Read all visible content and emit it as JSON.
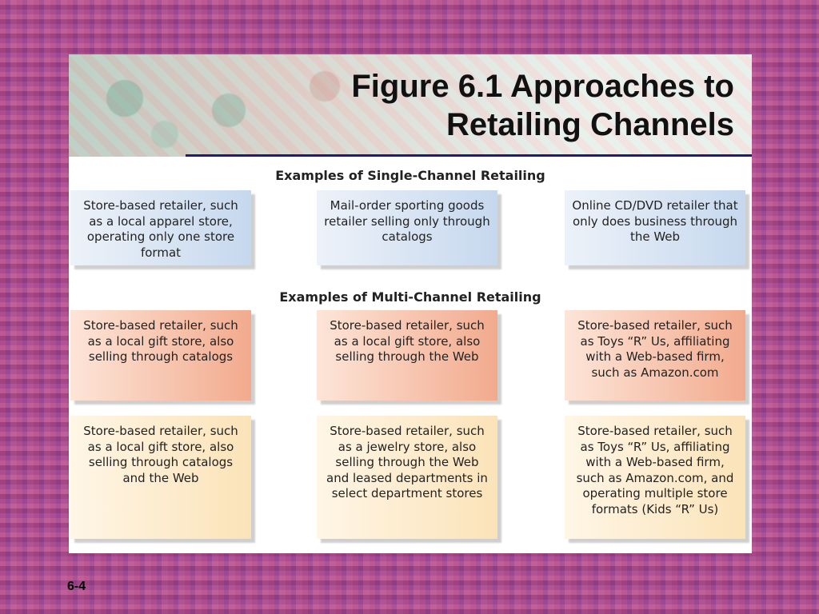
{
  "title_lines": [
    "Figure 6.1 Approaches to",
    "Retailing Channels"
  ],
  "single_channel": {
    "heading": "Examples of Single-Channel Retailing",
    "boxes": [
      "Store-based retailer, such as a local apparel store, operating only one store format",
      "Mail-order sporting goods retailer selling only through catalogs",
      "Online CD/DVD retailer that only does business through the Web"
    ]
  },
  "multi_channel": {
    "heading": "Examples of Multi-Channel Retailing",
    "row1": [
      "Store-based retailer, such as a local gift store, also selling through catalogs",
      "Store-based retailer, such as a local gift store, also selling through the Web",
      "Store-based retailer, such as Toys “R” Us, affiliating with a Web-based firm, such as Amazon.com"
    ],
    "row2": [
      "Store-based retailer, such as a local gift store, also selling through catalogs and the Web",
      "Store-based retailer, such as a jewelry store, also selling through the Web and leased departments in select department stores",
      "Store-based retailer, such as Toys “R” Us, affiliating with a Web-based firm, such as Amazon.com, and operating multiple store formats (Kids “R” Us)"
    ]
  },
  "colors": {
    "single": "#c6d8ee",
    "multi_row1": "#f2aa8d",
    "multi_row2": "#fbe3b8",
    "rule": "#1c1c7a"
  },
  "page_number": "6-4"
}
